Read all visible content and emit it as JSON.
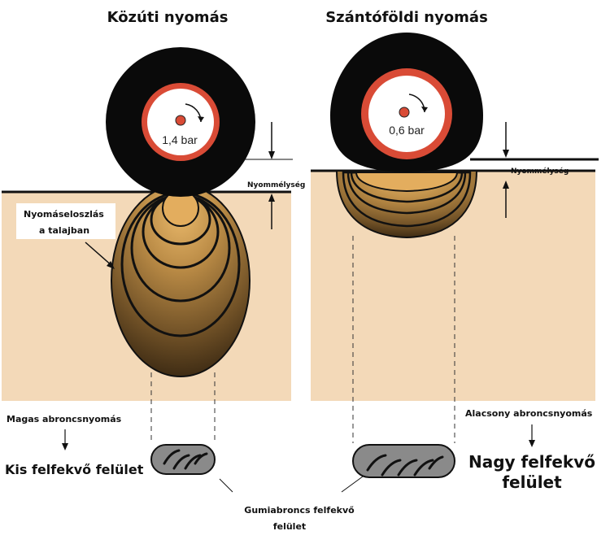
{
  "road": {
    "title": "Közúti nyomás",
    "pressure": "1,4 bar",
    "depth_label": "Nyommélység",
    "distribution_line1": "Nyomáseloszlás",
    "distribution_line2": "a talajban",
    "tire_pressure_label": "Magas abroncsnyomás",
    "contact_label": "Kis felfekvő felület"
  },
  "field": {
    "title": "Szántóföldi nyomás",
    "pressure": "0,6 bar",
    "depth_label": "Nyommélység",
    "tire_pressure_label": "Alacsony abroncsnyomás",
    "contact_line1": "Nagy felfekvő",
    "contact_line2": "felület"
  },
  "footer": {
    "line1": "Gumiabroncs felfekvő",
    "line2": "felület"
  },
  "colors": {
    "soil": "#f3d9b8",
    "tire": "#0a0a0a",
    "rim": "#d94b36",
    "bulb_light": "#d9a65b",
    "bulb_dark": "#4a3417",
    "patch": "#8a8a8a"
  }
}
